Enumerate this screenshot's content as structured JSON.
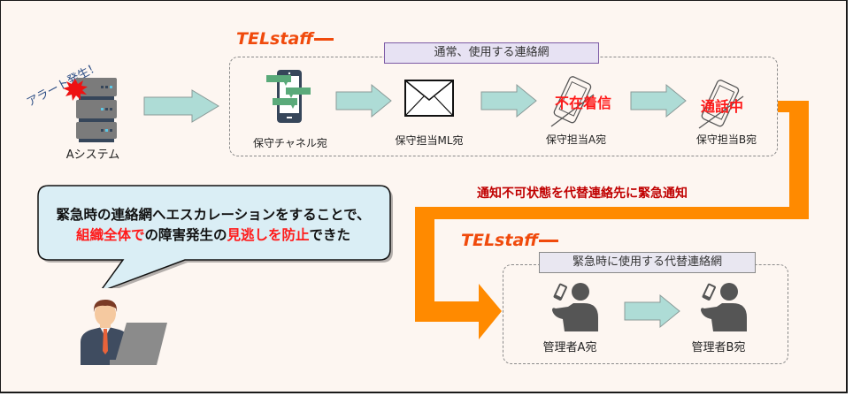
{
  "alert": {
    "label": "アラート発生！"
  },
  "source_system": {
    "label": "Aシステム"
  },
  "primary_network": {
    "logo": "TELstaff",
    "title": "通常、使用する連絡網",
    "steps": [
      {
        "label": "保守チャネル宛",
        "icon": "smartphone-chat-icon"
      },
      {
        "label": "保守担当ML宛",
        "icon": "envelope-icon"
      },
      {
        "label": "保守担当A宛",
        "icon": "phone-crossed-icon",
        "status": "不在着信"
      },
      {
        "label": "保守担当B宛",
        "icon": "phone-crossed-icon",
        "status": "通話中"
      }
    ]
  },
  "escalation": {
    "label": "通知不可状態を代替連絡先に緊急通知",
    "color": "#ff8a00"
  },
  "secondary_network": {
    "logo": "TELstaff",
    "title": "緊急時に使用する代替連絡網",
    "steps": [
      {
        "label": "管理者A宛",
        "icon": "person-on-phone-icon"
      },
      {
        "label": "管理者B宛",
        "icon": "person-on-phone-icon"
      }
    ]
  },
  "callout": {
    "line1": "緊急時の連絡網へエスカレーションをすることで、",
    "line2_parts": [
      {
        "text": "組織全体で",
        "highlight": true
      },
      {
        "text": "の障害発生の",
        "highlight": false
      },
      {
        "text": "見逃しを防止",
        "highlight": true
      },
      {
        "text": "できた",
        "highlight": false
      }
    ]
  },
  "colors": {
    "background": "#fdf6f1",
    "flow_arrow": "#aedcd6",
    "escalation_arrow": "#ff8a00",
    "status_red": "#ff1a1a",
    "escalation_text": "#c00000",
    "callout_fill": "#daeef5"
  }
}
